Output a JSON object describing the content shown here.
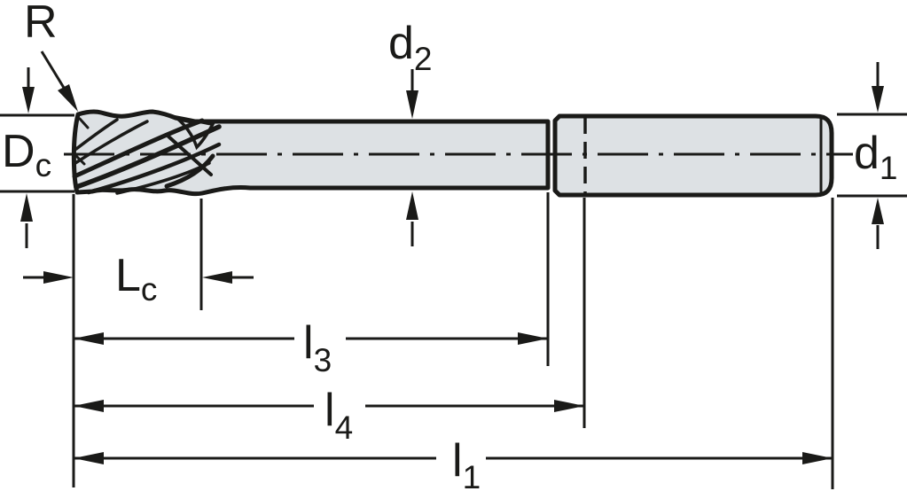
{
  "diagram": {
    "kind": "technical-dimension-drawing",
    "subject": "end-mill-with-neck-and-shank"
  },
  "colors": {
    "background": "#ffffff",
    "line": "#1a1a18",
    "tool_fill": "#dde1e4"
  },
  "labels": {
    "corner_radius": {
      "main": "R",
      "sub": ""
    },
    "cutting_diameter": {
      "main": "D",
      "sub": "c"
    },
    "neck_diameter": {
      "main": "d",
      "sub": "2"
    },
    "shank_diameter": {
      "main": "d",
      "sub": "1"
    },
    "cutting_length": {
      "main": "L",
      "sub": "c"
    },
    "length_l3": {
      "main": "l",
      "sub": "3"
    },
    "length_l4": {
      "main": "l",
      "sub": "4"
    },
    "overall_length": {
      "main": "l",
      "sub": "1"
    }
  }
}
